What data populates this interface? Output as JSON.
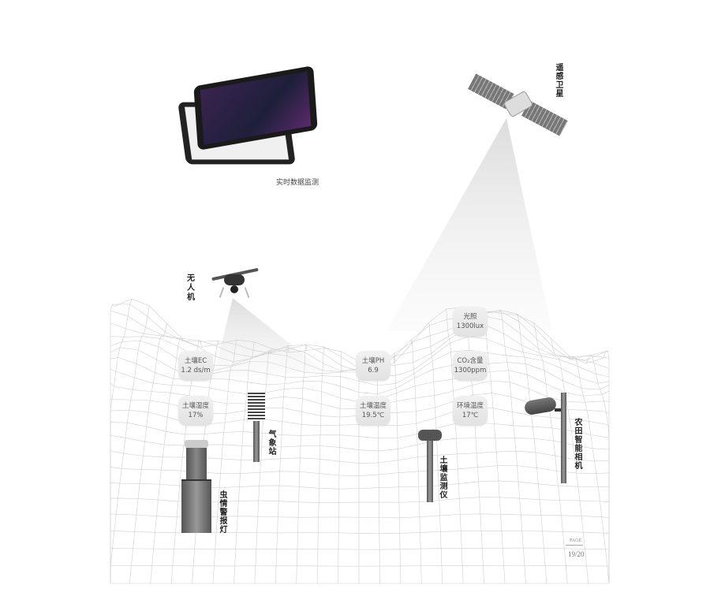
{
  "captions": {
    "satellite": "遥感卫星",
    "tablet": "实时数据监测",
    "drone": "无人机",
    "weather_station": "气象站",
    "pest_lamp": "虫情警报灯",
    "soil_monitor": "土壤监测仪",
    "camera": "农田智能相机"
  },
  "readings": [
    {
      "label": "光照",
      "value": "1300lux"
    },
    {
      "label": "土壤EC",
      "value": "1.2 ds/m"
    },
    {
      "label": "土壤PH",
      "value": "6.9"
    },
    {
      "label": "CO₂含量",
      "value": "1300ppm"
    },
    {
      "label": "土壤湿度",
      "value": "17%"
    },
    {
      "label": "土壤温度",
      "value": "19.5℃"
    },
    {
      "label": "环境温度",
      "value": "17℃"
    }
  ],
  "page": {
    "label": "PAGE",
    "number": "19/20"
  }
}
